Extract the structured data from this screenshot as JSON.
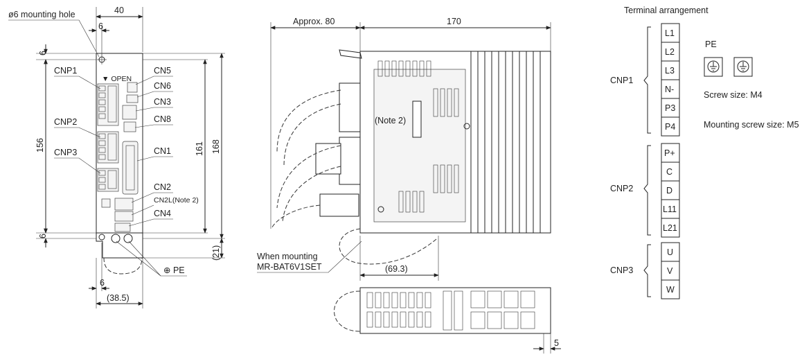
{
  "front_view": {
    "labels": {
      "mounting_hole": "ø6 mounting hole",
      "cnp1": "CNP1",
      "cnp2": "CNP2",
      "cnp3": "CNP3",
      "cn5": "CN5",
      "cn6": "CN6",
      "cn3": "CN3",
      "cn8": "CN8",
      "cn1": "CN1",
      "cn2": "CN2",
      "cn2l": "CN2L(Note 2)",
      "cn4": "CN4",
      "pe": "PE",
      "open": "OPEN"
    },
    "dims": {
      "width_top": "40",
      "hole_offset": "6",
      "margin_top": "6",
      "margin_bottom": "6",
      "h156": "156",
      "h161": "161",
      "h168": "168",
      "h21": "(21)",
      "bottom_6": "6",
      "bottom_385": "(38.5)"
    }
  },
  "side_view": {
    "dims": {
      "approx": "Approx. 80",
      "depth": "170",
      "battery": "(69.3)",
      "bottom5": "5"
    },
    "labels": {
      "note2": "(Note 2)",
      "when_mounting_1": "When mounting",
      "when_mounting_2": "MR-BAT6V1SET"
    }
  },
  "terminal": {
    "title": "Terminal arrangement",
    "groups": [
      {
        "name": "CNP1",
        "pins": [
          "L1",
          "L2",
          "L3",
          "N-",
          "P3",
          "P4"
        ]
      },
      {
        "name": "CNP2",
        "pins": [
          "P+",
          "C",
          "D",
          "L11",
          "L21"
        ]
      },
      {
        "name": "CNP3",
        "pins": [
          "U",
          "V",
          "W"
        ]
      }
    ],
    "pe_label": "PE",
    "screw_size": "Screw size: M4",
    "mount_screw": "Mounting screw size: M5"
  }
}
